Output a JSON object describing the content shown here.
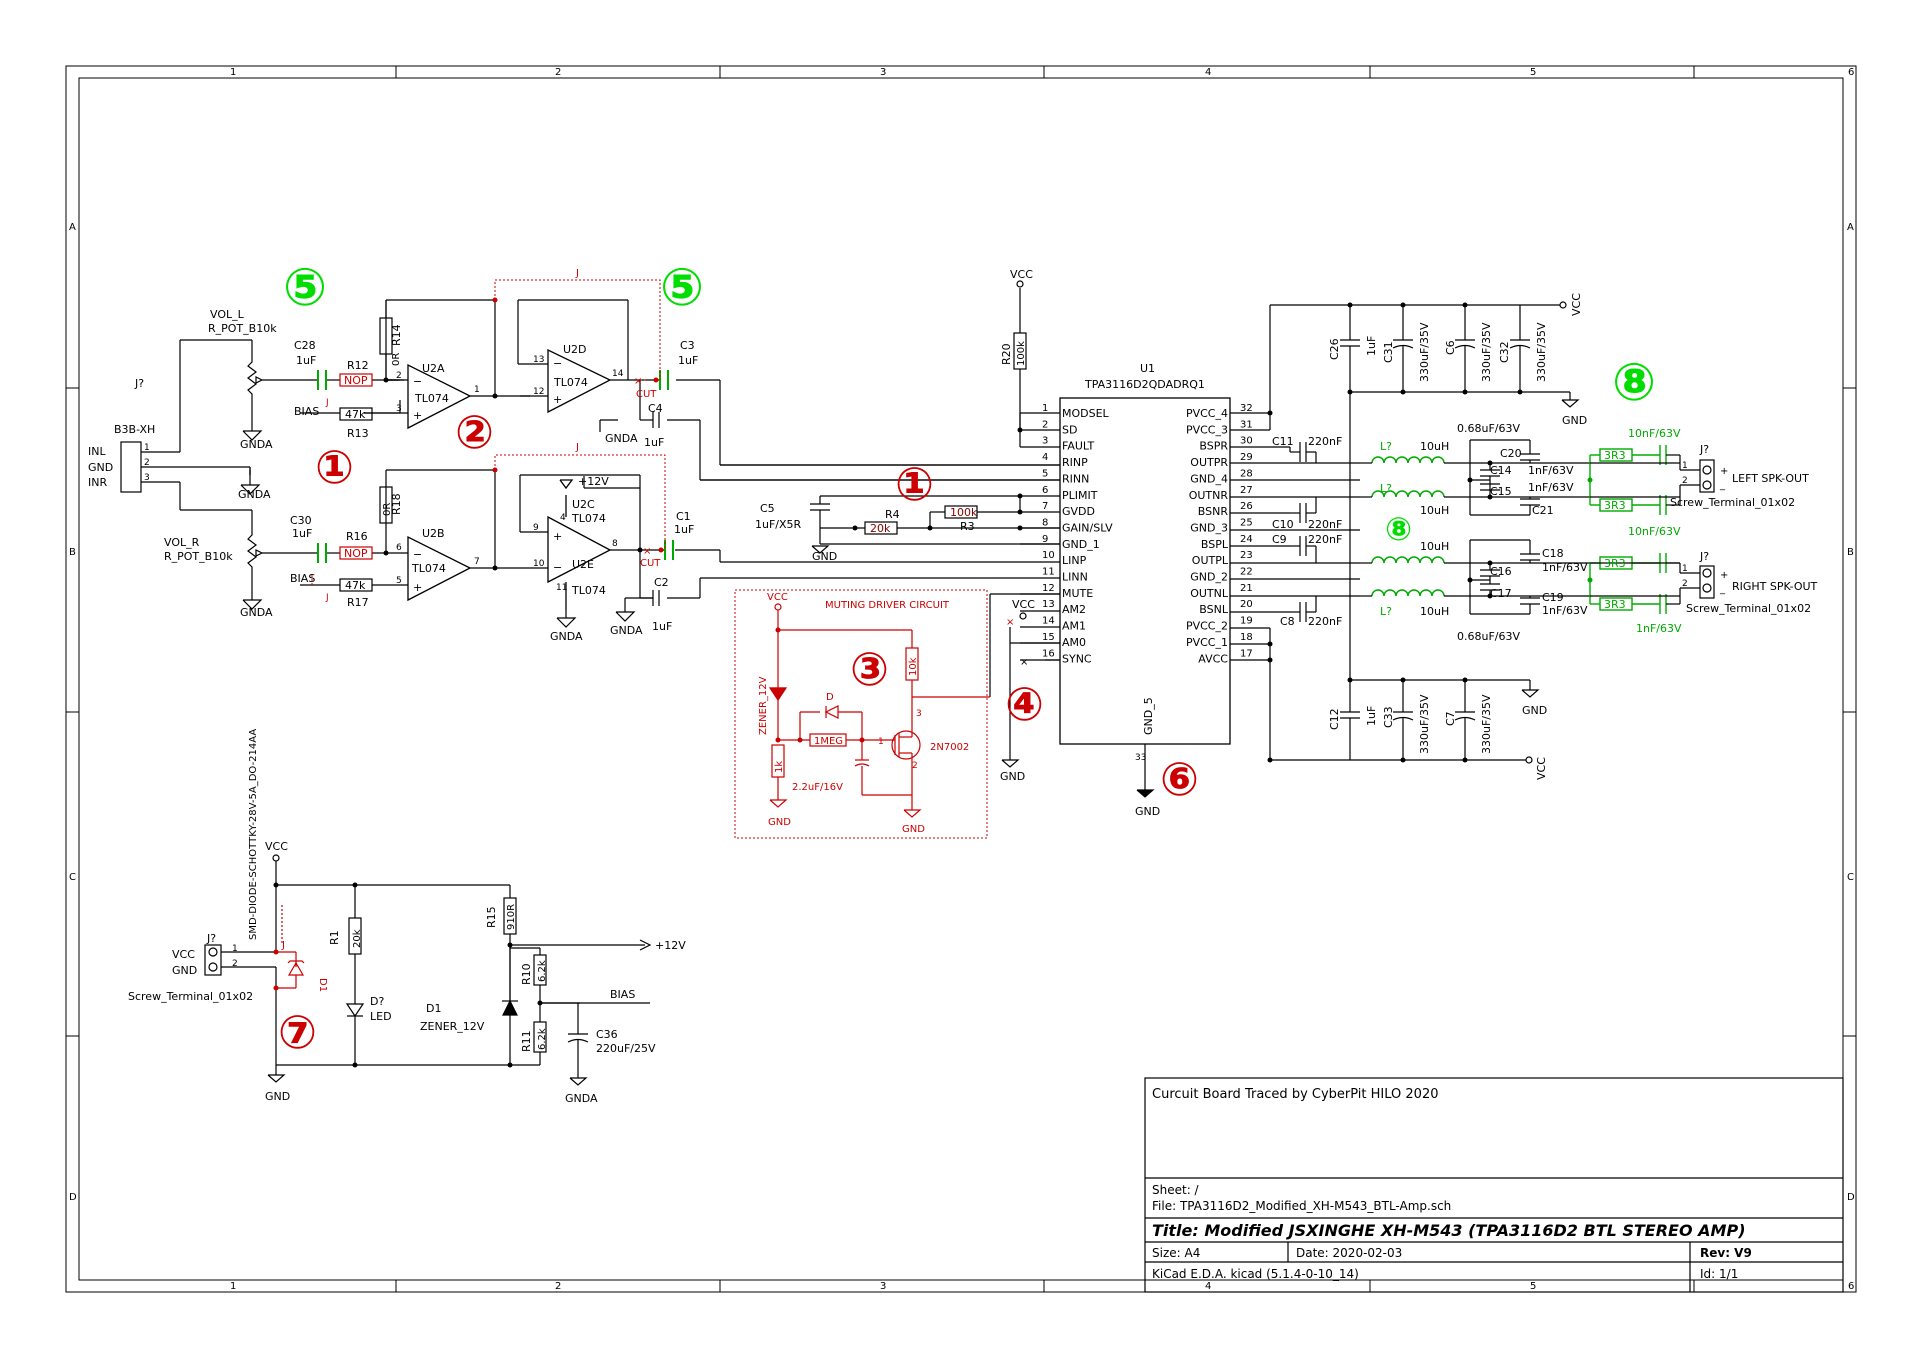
{
  "frame": {
    "cols": [
      "1",
      "2",
      "3",
      "4",
      "5",
      "6"
    ],
    "rows": [
      "A",
      "B",
      "C",
      "D"
    ]
  },
  "badges": {
    "r1a": "①",
    "r1b": "①",
    "r2": "②",
    "r3": "③",
    "r4": "④",
    "r6": "⑥",
    "r7": "⑦",
    "g5a": "⑤",
    "g5b": "⑤",
    "g8a": "⑧",
    "g8b": "⑧"
  },
  "input": {
    "conn_ref": "J?",
    "conn_val": "B3B-XH",
    "pins": [
      "INL",
      "GND",
      "INR"
    ],
    "pin_nums": [
      "1",
      "2",
      "3"
    ],
    "vol_l_ref": "VOL_L",
    "vol_l_val": "R_POT_B10k",
    "vol_r_ref": "VOL_R",
    "vol_r_val": "R_POT_B10k",
    "gnda": "GNDA",
    "bias": "BIAS"
  },
  "left_chain": {
    "c28": "C28",
    "c28v": "1uF",
    "r12": "R12",
    "nop": "NOP",
    "r13": "R13",
    "r13v": "47k",
    "r14": "R14",
    "r14v": "0R",
    "u2a": "U2A",
    "tl": "TL074",
    "u2d": "U2D",
    "c3": "C3",
    "c3v": "1uF",
    "c4": "C4",
    "c4v": "1uF",
    "cut": "CUT",
    "j": "J"
  },
  "right_chain": {
    "c30": "C30",
    "c30v": "1uF",
    "r16": "R16",
    "nop": "NOP",
    "r17": "R17",
    "r17v": "47k",
    "r18": "R18",
    "r18v": "0R",
    "u2b": "U2B",
    "u2c": "U2C",
    "u2e": "U2E",
    "c1": "C1",
    "c1v": "1uF",
    "c2": "C2",
    "c2v": "1uF",
    "p12v": "+12V",
    "cut": "CUT"
  },
  "gain_net": {
    "c5": "C5",
    "c5v": "1uF/X5R",
    "r4": "R4",
    "r4v": "20k",
    "r3": "R3",
    "r3v": "100k",
    "gnd": "GND"
  },
  "ic": {
    "ref": "U1",
    "val": "TPA3116D2QDADRQ1",
    "r20": "R20",
    "r20v": "100k",
    "vcc": "VCC",
    "left_pins": [
      {
        "num": "1",
        "name": "MODSEL"
      },
      {
        "num": "2",
        "name": "SD"
      },
      {
        "num": "3",
        "name": "FAULT"
      },
      {
        "num": "4",
        "name": "RINP"
      },
      {
        "num": "5",
        "name": "RINN"
      },
      {
        "num": "6",
        "name": "PLIMIT"
      },
      {
        "num": "7",
        "name": "GVDD"
      },
      {
        "num": "8",
        "name": "GAIN/SLV"
      },
      {
        "num": "9",
        "name": "GND_1"
      },
      {
        "num": "10",
        "name": "LINP"
      },
      {
        "num": "11",
        "name": "LINN"
      },
      {
        "num": "12",
        "name": "MUTE"
      },
      {
        "num": "13",
        "name": "AM2"
      },
      {
        "num": "14",
        "name": "AM1"
      },
      {
        "num": "15",
        "name": "AM0"
      },
      {
        "num": "16",
        "name": "SYNC"
      }
    ],
    "right_pins": [
      {
        "num": "32",
        "name": "PVCC_4"
      },
      {
        "num": "31",
        "name": "PVCC_3"
      },
      {
        "num": "30",
        "name": "BSPR"
      },
      {
        "num": "29",
        "name": "OUTPR"
      },
      {
        "num": "28",
        "name": "GND_4"
      },
      {
        "num": "27",
        "name": "OUTNR"
      },
      {
        "num": "26",
        "name": "BSNR"
      },
      {
        "num": "25",
        "name": "GND_3"
      },
      {
        "num": "24",
        "name": "BSPL"
      },
      {
        "num": "23",
        "name": "OUTPL"
      },
      {
        "num": "22",
        "name": "GND_2"
      },
      {
        "num": "21",
        "name": "OUTNL"
      },
      {
        "num": "20",
        "name": "BSNL"
      },
      {
        "num": "19",
        "name": "PVCC_2"
      },
      {
        "num": "18",
        "name": "PVCC_1"
      },
      {
        "num": "17",
        "name": "AVCC"
      }
    ],
    "bottom_pin": "GND_5",
    "bottom_num": "33",
    "gnd": "GND"
  },
  "output": {
    "c11": "C11",
    "c10": "C10",
    "c9": "C9",
    "c8": "C8",
    "c220": "220nF",
    "l": "L?",
    "lv": "10uH",
    "c14": "C14",
    "c15": "C15",
    "c16": "C16",
    "c17": "C17",
    "c068": "0.68uF/63V",
    "c20": "C20",
    "c21": "C21",
    "c18": "C18",
    "c19": "C19",
    "c1n": "1nF/63V",
    "r3r3": "3R3",
    "c10n": "10nF/63V",
    "c1nf": "1nF/63V",
    "j_ref": "J?",
    "left_out": "LEFT SPK-OUT",
    "right_out": "RIGHT SPK-OUT",
    "screw": "Screw_Terminal_01x02",
    "c26": "C26",
    "c26v": "1uF",
    "c31": "C31",
    "c6": "C6",
    "c32": "C32",
    "c330": "330uF/35V",
    "c12": "C12",
    "c12v": "1uF",
    "c33": "C33",
    "c7": "C7",
    "vcc": "VCC",
    "gnd": "GND"
  },
  "mute": {
    "title": "MUTING DRIVER CIRCUIT",
    "vcc": "VCC",
    "zener": "ZENER_12V",
    "d": "D",
    "r1meg": "1MEG",
    "r1k": "1k",
    "r10k": "10k",
    "cap": "2.2uF/16V",
    "fet": "2N7002",
    "gnd": "GND",
    "pins": [
      "1",
      "2",
      "3"
    ]
  },
  "power": {
    "vcc": "VCC",
    "j_ref": "J?",
    "j_vcc": "VCC",
    "j_gnd": "GND",
    "screw": "Screw_Terminal_01x02",
    "diode_label": "SMD-DIODE-SCHOTTKY-28V-5A_DO-214AA",
    "d1": "D1",
    "r1": "R1",
    "r1v": "20k",
    "led_ref": "D?",
    "led": "LED",
    "r15": "R15",
    "r15v": "910R",
    "zref": "D1",
    "zval": "ZENER_12V",
    "r10": "R10",
    "r10v": "6.2k",
    "r11": "R11",
    "r11v": "6.2k",
    "c36": "C36",
    "c36v": "220uF/25V",
    "p12v": "+12V",
    "bias": "BIAS",
    "gnd": "GND",
    "gnda": "GNDA",
    "j": "J"
  },
  "title_block": {
    "traced": "Curcuit Board Traced by CyberPit HILO 2020",
    "sheet": "Sheet: /",
    "file": "File: TPA3116D2_Modified_XH-M543_BTL-Amp.sch",
    "title": "Title: Modified JSXINGHE XH-M543 (TPA3116D2 BTL STEREO AMP)",
    "size": "Size: A4",
    "date": "Date: 2020-02-03",
    "rev": "Rev: V9",
    "kicad": "KiCad E.D.A.  kicad (5.1.4-0-10_14)",
    "id": "Id: 1/1"
  },
  "colors": {
    "wire": "#000000",
    "red": "#cc0000",
    "green": "#00cc00",
    "res": "#8b0000"
  }
}
